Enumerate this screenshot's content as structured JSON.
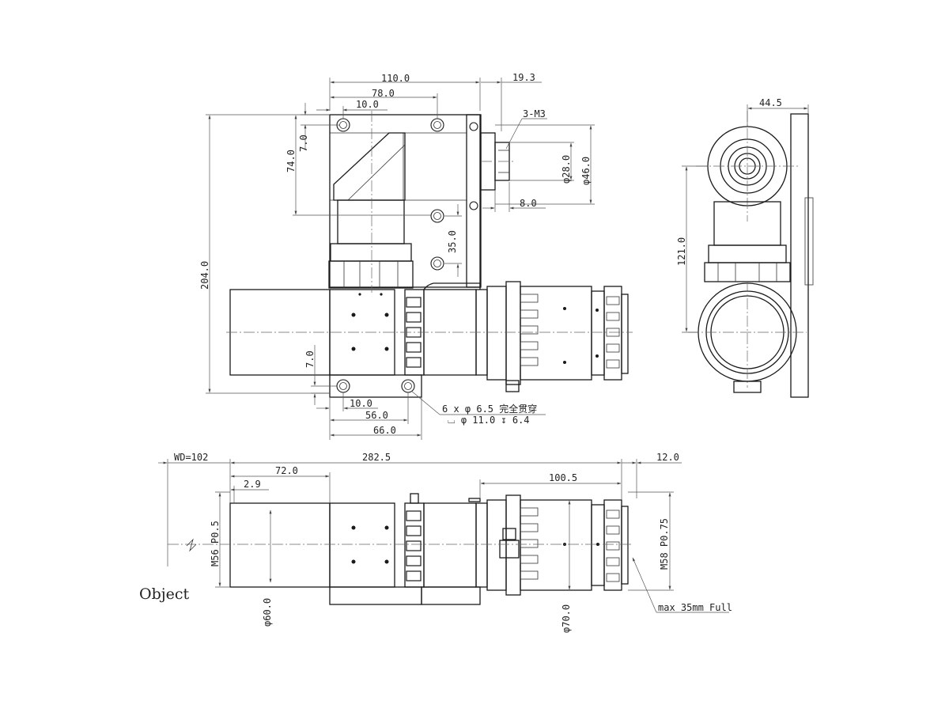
{
  "dimensions": {
    "top_110": "110.0",
    "top_78": "78.0",
    "top_10": "10.0",
    "top_19_3": "19.3",
    "thread_3m3": "3-M3",
    "left_7_top": "7.0",
    "left_74": "74.0",
    "left_204": "204.0",
    "dia_28": "φ28.0",
    "dia_46": "φ46.0",
    "dim_8": "8.0",
    "dim_35": "35.0",
    "left_7_bottom": "7.0",
    "bottom_10": "10.0",
    "bottom_56": "56.0",
    "bottom_66": "66.0",
    "hole_spec_1": "6 x φ 6.5 完全贯穿",
    "hole_spec_2": "⌴ φ 11.0 ↧ 6.4",
    "side_44_5": "44.5",
    "side_121": "121.0",
    "wd": "WD=102",
    "len_282_5": "282.5",
    "len_12": "12.0",
    "len_72": "72.0",
    "len_2_9": "2.9",
    "len_100_5": "100.5",
    "thread_m56": "M56 P0.5",
    "thread_m58": "M58 P0.75",
    "dia_60": "φ60.0",
    "dia_70": "φ70.0",
    "max_sensor": "max 35mm Full",
    "object_label": "Object"
  }
}
